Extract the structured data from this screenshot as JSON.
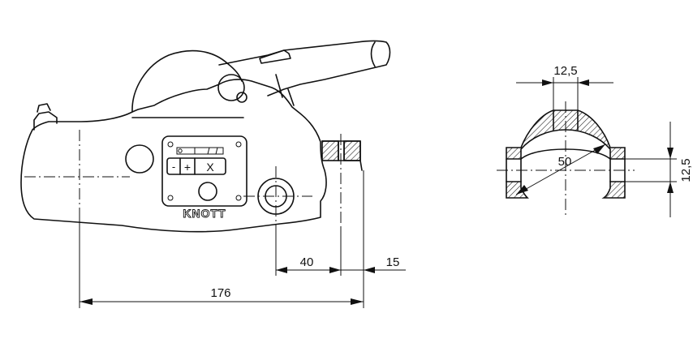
{
  "drawing": {
    "brand": "KNOTT",
    "keypad_keys": [
      "-",
      "+",
      "X"
    ],
    "side_view_dimensions": {
      "overall_length": "176",
      "bolt_offset": "40",
      "socket_width": "15"
    },
    "section_dimensions": {
      "top_width": "12,5",
      "side_height": "12,5",
      "diameter": "50"
    }
  }
}
